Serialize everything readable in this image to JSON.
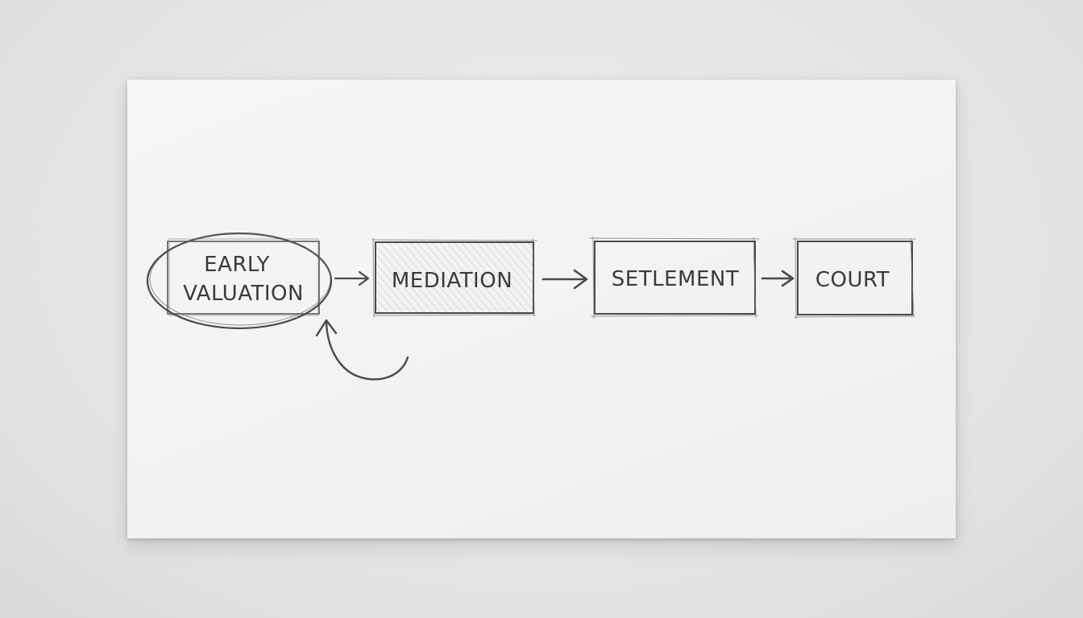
{
  "nodes": [
    {
      "id": "early-valuation",
      "line1": "EARLY",
      "line2": "VALUATION"
    },
    {
      "id": "mediation",
      "label": "MEDIATION"
    },
    {
      "id": "settlement",
      "label": "SETLEMENT"
    },
    {
      "id": "court",
      "label": "COURT"
    }
  ],
  "edges": [
    {
      "from": "early-valuation",
      "to": "mediation"
    },
    {
      "from": "mediation",
      "to": "settlement"
    },
    {
      "from": "settlement",
      "to": "court"
    },
    {
      "from": "mediation",
      "to": "early-valuation",
      "style": "curved-loop-back"
    }
  ],
  "colors": {
    "ink": "#4a4a4a",
    "paper": "#f4f4f4",
    "wall": "#e3e3e3"
  }
}
